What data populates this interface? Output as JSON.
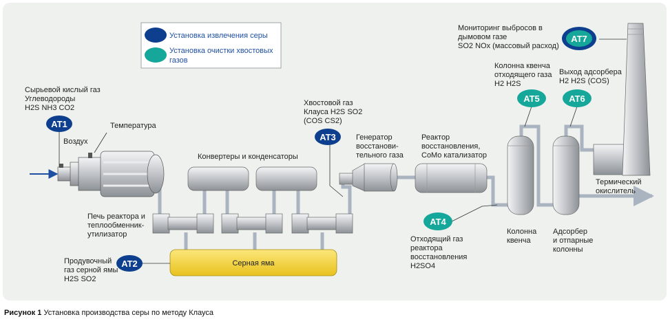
{
  "legend": {
    "recovery": "Установка извлечения серы",
    "tailgas_line1": "Установка очистки хвостовых",
    "tailgas_line2": "газов"
  },
  "colors": {
    "recovery": "#0e3f8e",
    "tailgas": "#16a79b",
    "panel": "#eef1ed",
    "pit": "#f5d53a",
    "equipment": "#c9ccd0",
    "pipe": "#a9b4c0",
    "arrow": "#1e4fa3"
  },
  "analyzers": {
    "at1": "AT1",
    "at2": "AT2",
    "at3": "AT3",
    "at4": "AT4",
    "at5": "AT5",
    "at6": "AT6",
    "at7": "AT7"
  },
  "labels": {
    "feed_gas": [
      "Сырьевой кислый газ",
      "Углеводороды",
      "H2S NH3 CO2"
    ],
    "air": "Воздух",
    "temperature": "Температура",
    "converters": "Конвертеры и конденсаторы",
    "furnace": [
      "Печь реактора и",
      "теплообменник-",
      "утилизатор"
    ],
    "degassing_gas": [
      "Продувочный",
      "газ серной ямы",
      "H2S SO2"
    ],
    "sulfur_pit": "Серная яма",
    "claus_tail_gas": [
      "Хвостовой газ",
      "Клауса H2S SO2",
      "(COS CS2)"
    ],
    "generator": [
      "Генератор",
      "восстанови-",
      "тельного газа"
    ],
    "reactor": [
      "Реактор",
      "восстановления,",
      "CoMo катализатор"
    ],
    "reactor_off_gas": [
      "Отходящий газ",
      "реактора",
      "восстановления",
      "H2SO4"
    ],
    "quench_off_gas": [
      "Колонна квенча",
      "отходящего газа",
      "H2 H2S"
    ],
    "absorber_out": [
      "Выход адсорбера",
      "H2 H2S (COS)"
    ],
    "stack_monitor": [
      "Мониторинг выбросов в",
      "дымовом газе",
      "SO2 NOx (массовый расход)"
    ],
    "quench_column": [
      "Колонна",
      "квенча"
    ],
    "absorber": [
      "Адсорбер",
      "и отпарные",
      "колонны"
    ],
    "oxidizer": [
      "Термический",
      "окислитель"
    ]
  },
  "caption": {
    "number": "Рисунок 1",
    "text": " Установка производства серы по методу Клауса"
  }
}
